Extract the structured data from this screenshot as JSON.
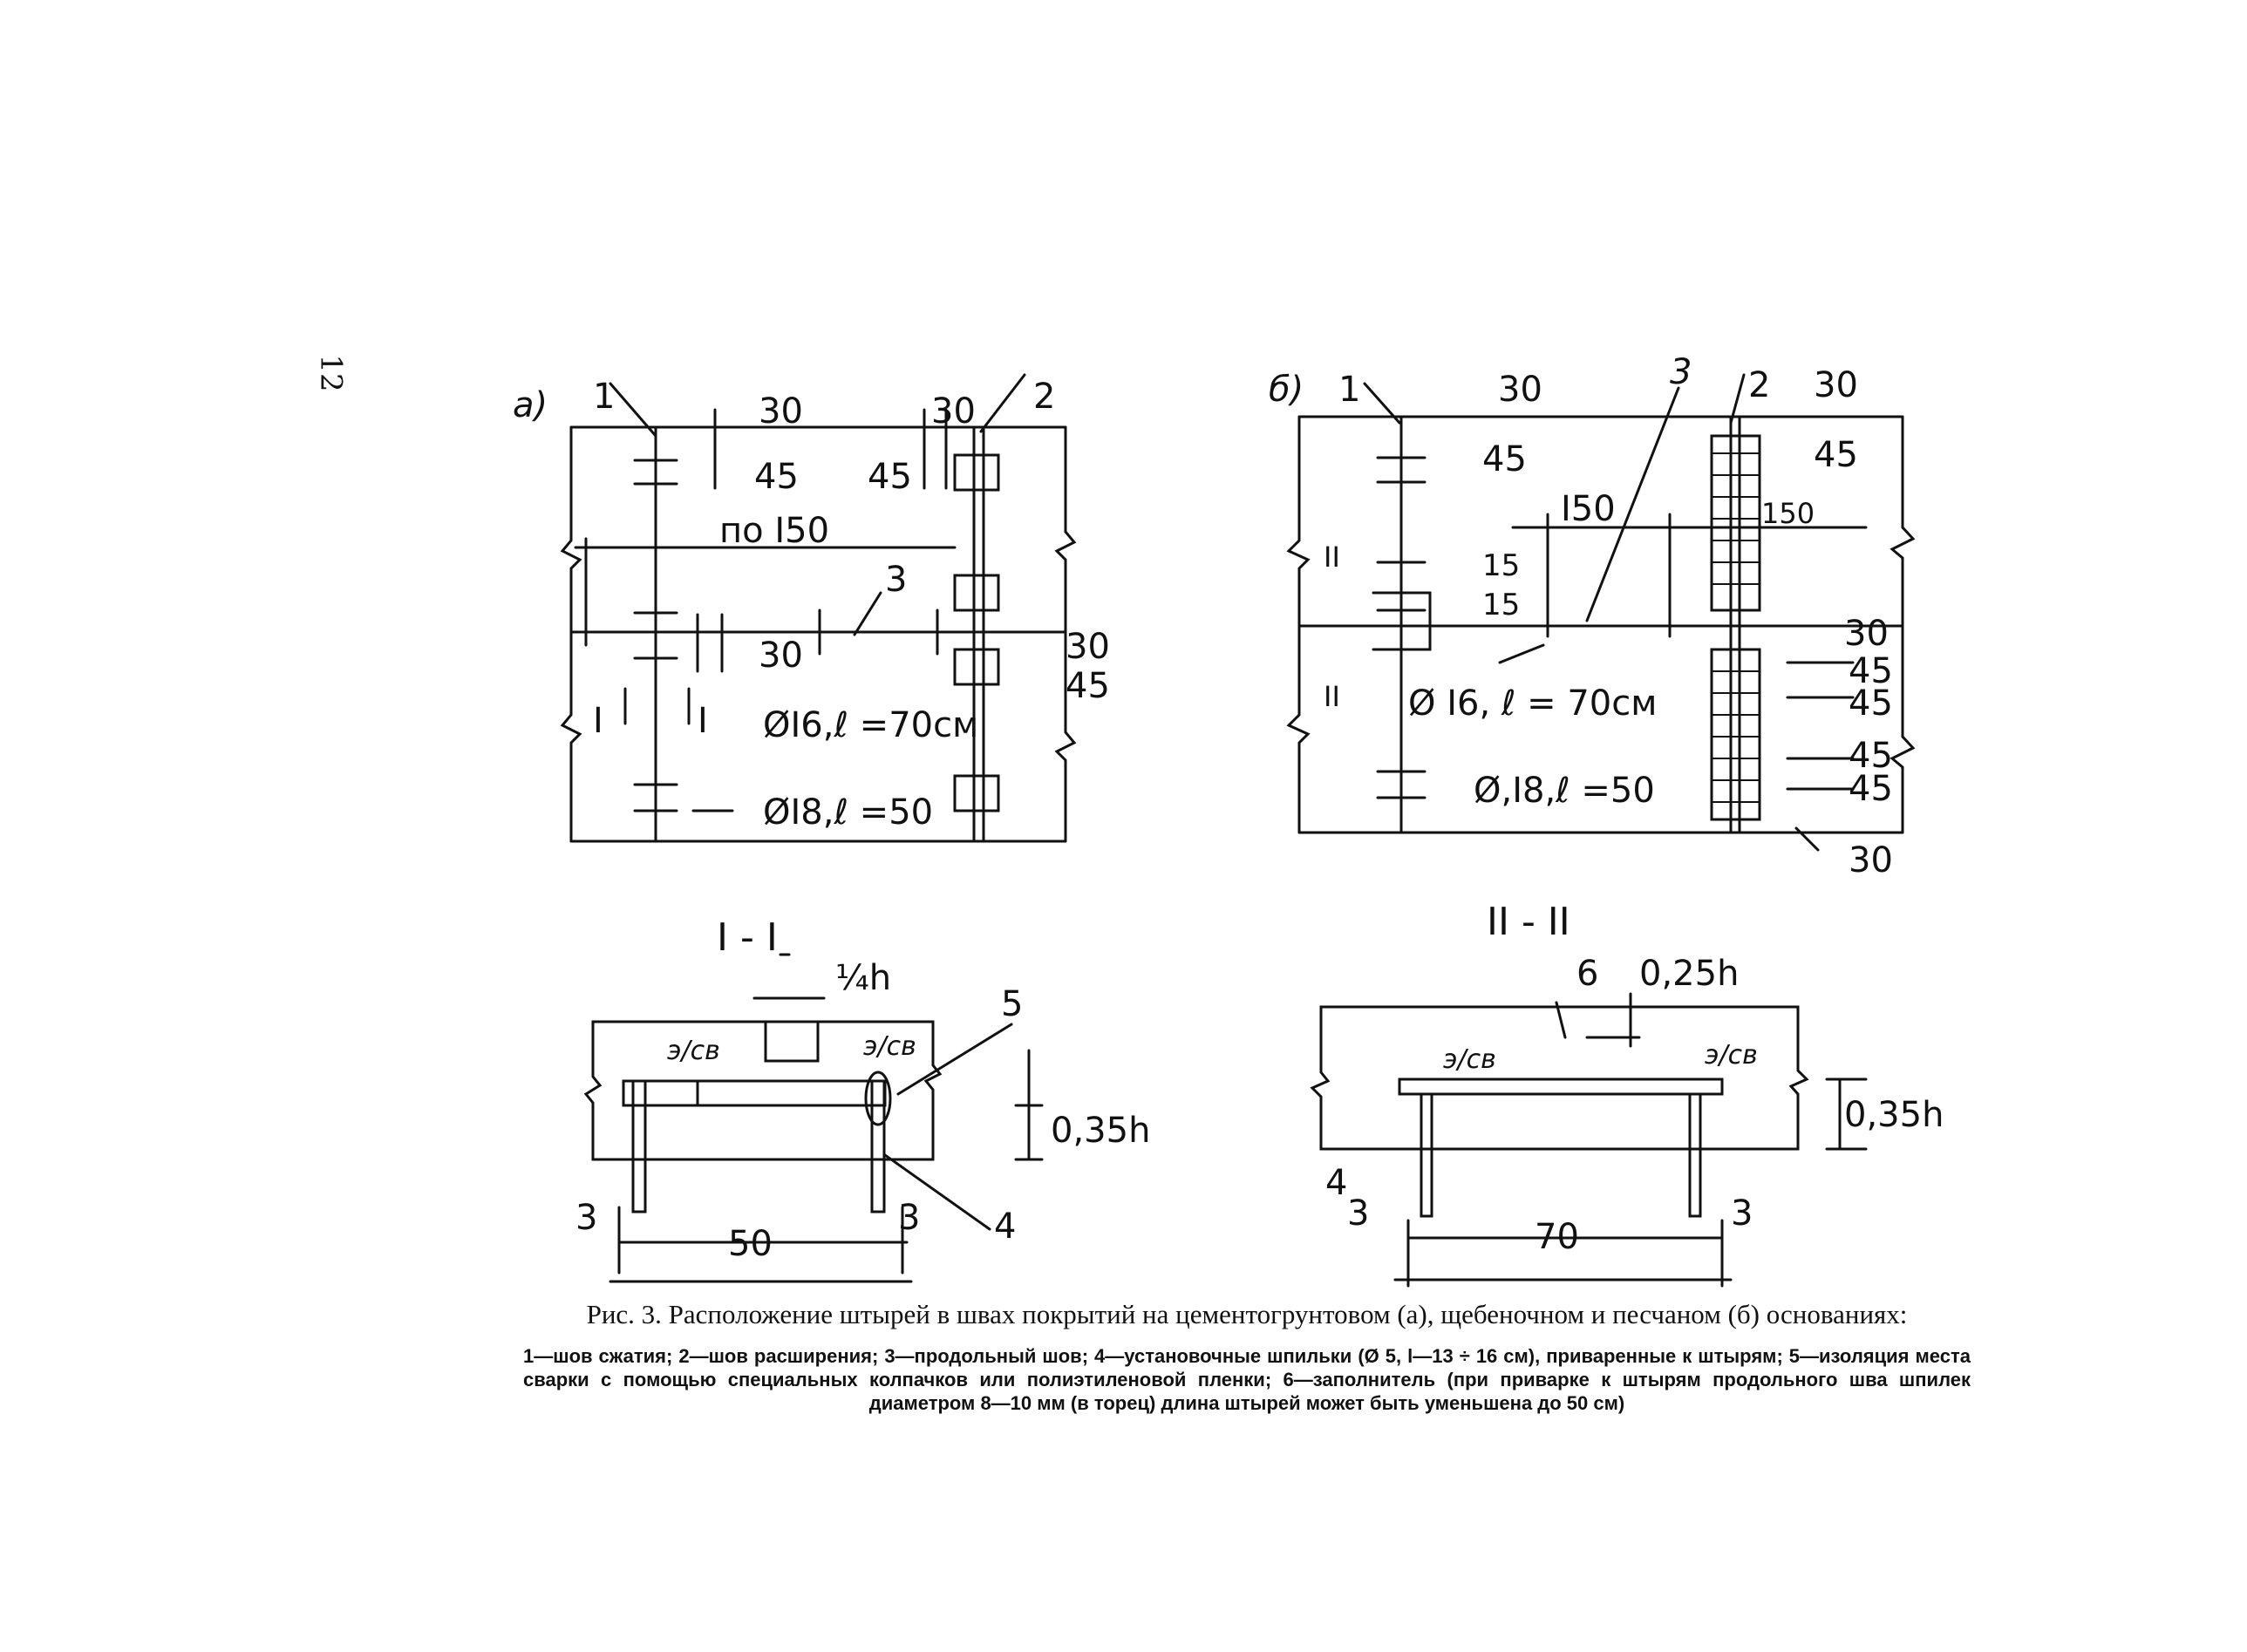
{
  "page_number": "12",
  "panel_a": {
    "letter": "а)",
    "callouts": [
      "1",
      "2",
      "3"
    ],
    "dims": {
      "d30_top": "30",
      "d30_top_right": "30",
      "d45_left": "45",
      "d45_right": "45",
      "spacing": "по I50",
      "d30_mid": "30",
      "d30_right": "30",
      "d45_right_low": "45",
      "bar16": "ØI6,ℓ =70см",
      "bar18": "ØI8,ℓ =50"
    },
    "section_marks": [
      "I",
      "I"
    ]
  },
  "panel_b": {
    "letter": "б)",
    "callouts": [
      "1",
      "3",
      "2"
    ],
    "dims": {
      "d30_top": "30",
      "d30_top_right": "30",
      "d45_left": "45",
      "d45_right": "45",
      "spacing": "I50",
      "spacing_right": "150",
      "d15_a": "15",
      "d15_b": "15",
      "d30_edge": "30",
      "d45_a": "45",
      "d45_b": "45",
      "d45_c": "45",
      "d45_d": "45",
      "d30_bottom": "30",
      "bar16": "Ø I6, ℓ = 70см",
      "bar18": "Ø,I8,ℓ =50"
    },
    "section_marks": [
      "II",
      "II"
    ]
  },
  "section_1": {
    "title": "I - I",
    "quarter_h": "¼h",
    "weld_left": "э/св",
    "weld_right": "э/св",
    "callout_5": "5",
    "callout_4": "4",
    "depth": "0,35h",
    "dim_left": "3",
    "dim_span": "50",
    "dim_right": "3"
  },
  "section_2": {
    "title": "II - II",
    "callout_6": "6",
    "quarter_h": "0,25h",
    "weld_left": "э/св",
    "weld_right": "э/св",
    "depth": "0,35h",
    "callout_4": "4",
    "dim_left": "3",
    "dim_span": "70",
    "dim_right": "3"
  },
  "caption": {
    "title": "Рис. 3. Расположение штырей в швах покрытий на цементогрунтовом (а), щебеночном и песчаном (б) основаниях:",
    "legend": "1—шов сжатия; 2—шов расширения; 3—продольный шов; 4—установочные шпильки (Ø 5, l—13 ÷ 16 см), приваренные к штырям; 5—изоляция места сварки с помощью специальных колпачков или полиэтиленовой пленки; 6—заполнитель (при приварке к штырям продольного шва шпилек диаметром 8—10 мм (в торец) длина штырей может быть уменьшена до 50 см)"
  }
}
